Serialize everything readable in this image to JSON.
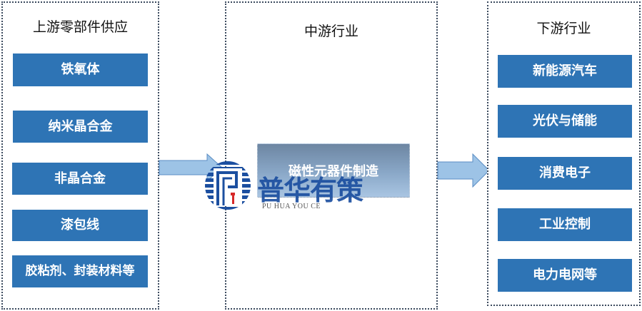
{
  "upstream": {
    "title": "上游零部件供应",
    "items": [
      {
        "label": "铁氧体"
      },
      {
        "label": "纳米晶合金"
      },
      {
        "label": "非晶合金"
      },
      {
        "label": "漆包线"
      },
      {
        "label": "胶粘剂、封装材料等"
      }
    ]
  },
  "midstream": {
    "title": "中游行业",
    "items": [
      {
        "label": "磁性元器件制造"
      }
    ]
  },
  "downstream": {
    "title": "下游行业",
    "items": [
      {
        "label": "新能源汽车"
      },
      {
        "label": "光伏与储能"
      },
      {
        "label": "消费电子"
      },
      {
        "label": "工业控制"
      },
      {
        "label": "电力电网等"
      }
    ]
  },
  "watermark": {
    "brand": "普华有策",
    "subtitle": "PU HUA YOU CE"
  },
  "colors": {
    "item_fill": "#2e74b5",
    "arrow_fill": "#9dc3e6",
    "arrow_stroke": "#5b8ec4",
    "border": "#3b4a5e",
    "watermark_blue": "#1c4fa0",
    "watermark_red": "#d62828"
  }
}
